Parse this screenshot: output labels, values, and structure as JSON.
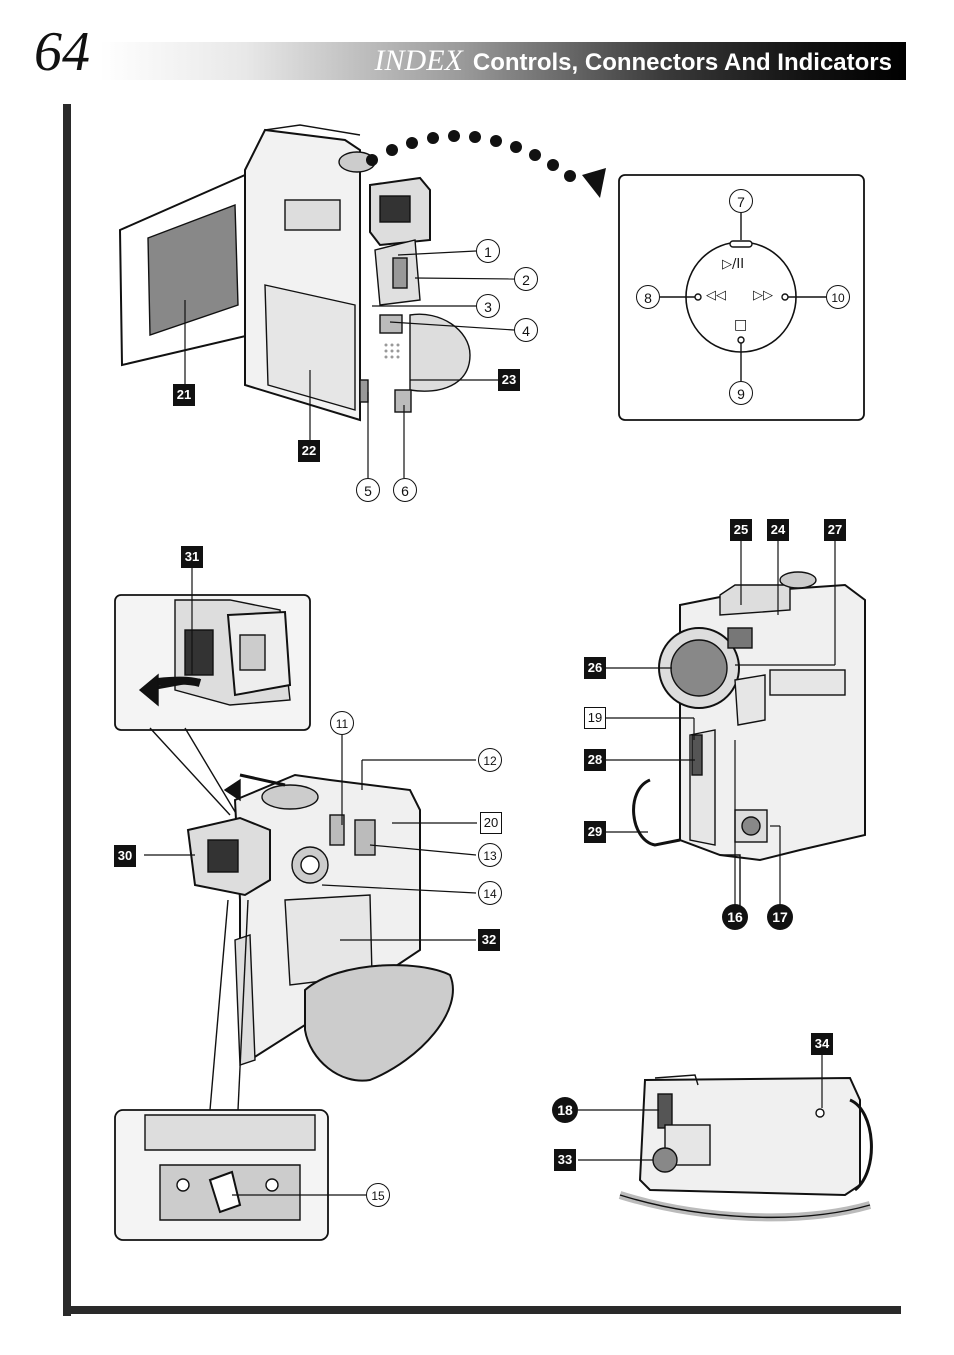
{
  "page_number": "64",
  "header": {
    "index_word": "INDEX",
    "subtitle": "Controls, Connectors And Indicators"
  },
  "callouts": {
    "c1": "1",
    "c2": "2",
    "c3": "3",
    "c4": "4",
    "c5": "5",
    "c6": "6",
    "c7": "7",
    "c8": "8",
    "c9": "9",
    "c10": "10",
    "c11": "11",
    "c12": "12",
    "c13": "13",
    "c14": "14",
    "c15": "15",
    "c16": "16",
    "c17": "17",
    "c18": "18",
    "c19": "19",
    "c20": "20",
    "c21": "21",
    "c22": "22",
    "c23": "23",
    "c24": "24",
    "c25": "25",
    "c26": "26",
    "c27": "27",
    "c28": "28",
    "c29": "29",
    "c30": "30",
    "c31": "31",
    "c32": "32",
    "c33": "33",
    "c34": "34"
  },
  "transport_symbols": {
    "play_pause": "▷/II",
    "rewind": "◁◁",
    "ffwd": "▷▷",
    "stop": "□"
  }
}
